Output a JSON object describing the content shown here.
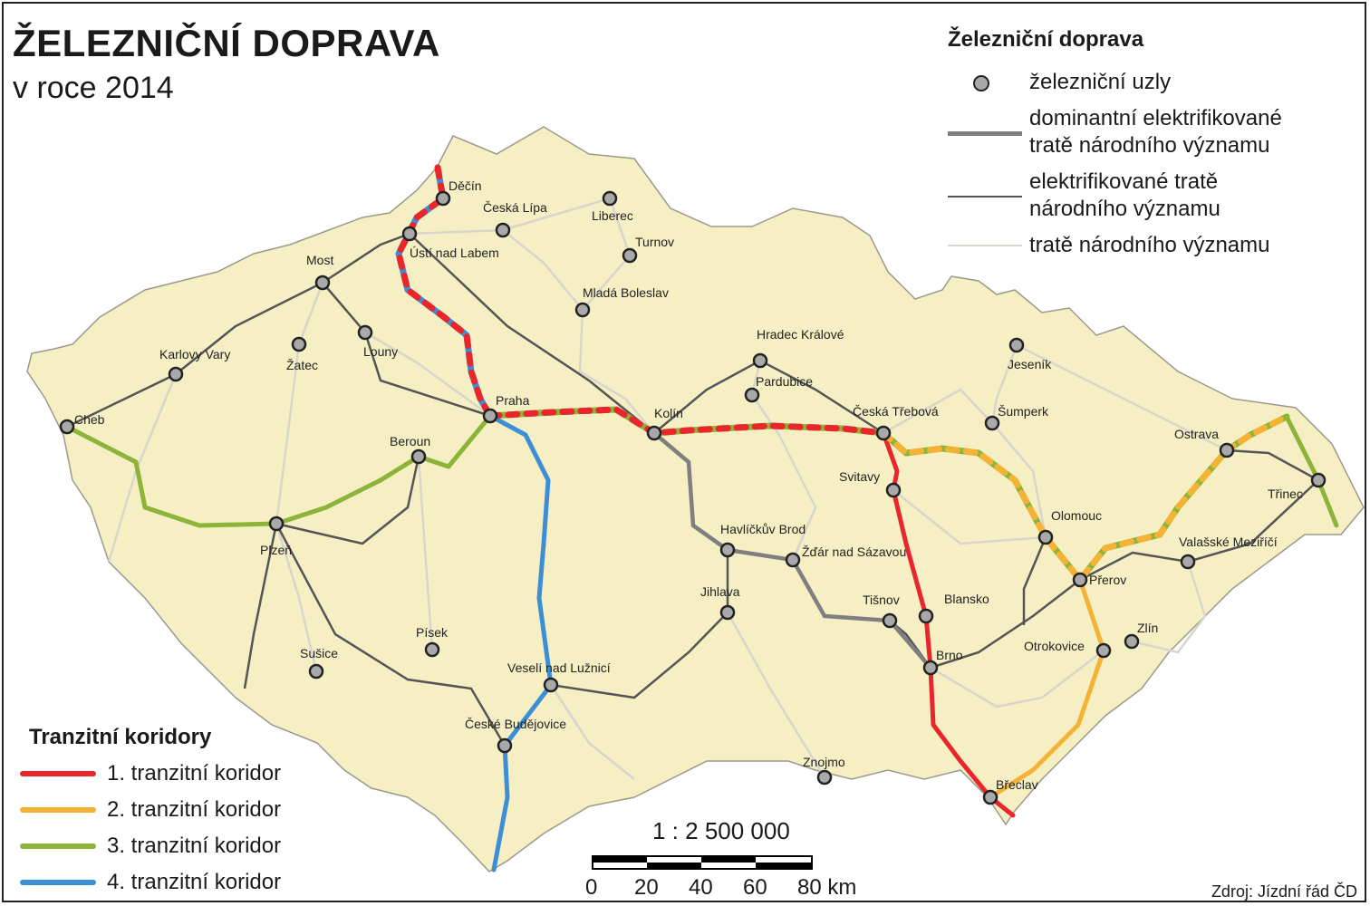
{
  "title": "ŽELEZNIČNÍ DOPRAVA",
  "subtitle": "v roce 2014",
  "legend": {
    "title": "Železniční doprava",
    "nodes": "železniční uzly",
    "dominant_line1": "dominantní elektrifikované",
    "dominant_line2": "tratě národního významu",
    "electrified_line1": "elektrifikované tratě",
    "electrified_line2": "národního významu",
    "national": "tratě národního významu"
  },
  "corridors": {
    "title": "Tranzitní koridory",
    "items": [
      {
        "label": "1. tranzitní koridor",
        "color": "#e8262b"
      },
      {
        "label": "2. tranzitní koridor",
        "color": "#f5b335"
      },
      {
        "label": "3. tranzitní koridor",
        "color": "#8db43a"
      },
      {
        "label": "4. tranzitní koridor",
        "color": "#3c8fd6"
      }
    ]
  },
  "scale": {
    "text": "1 : 2 500 000",
    "ticks": [
      "0",
      "20",
      "40",
      "60",
      "80 km"
    ]
  },
  "source": "Zdroj: Jízdní řád ČD",
  "colors": {
    "land": "#f6efc4",
    "dominant": "#7f7f7f",
    "electrified": "#555555",
    "national": "#d8d6cc",
    "node_fill": "#a9a9a9"
  },
  "cities": [
    {
      "name": "Děčín"
    },
    {
      "name": "Česká Lípa"
    },
    {
      "name": "Liberec"
    },
    {
      "name": "Turnov"
    },
    {
      "name": "Ústí nad Labem"
    },
    {
      "name": "Most"
    },
    {
      "name": "Mladá Boleslav"
    },
    {
      "name": "Louny"
    },
    {
      "name": "Žatec"
    },
    {
      "name": "Karlovy Vary"
    },
    {
      "name": "Cheb"
    },
    {
      "name": "Praha"
    },
    {
      "name": "Kolín"
    },
    {
      "name": "Hradec Králové"
    },
    {
      "name": "Pardubice"
    },
    {
      "name": "Česká Třebová"
    },
    {
      "name": "Jeseník"
    },
    {
      "name": "Šumperk"
    },
    {
      "name": "Ostrava"
    },
    {
      "name": "Třinec"
    },
    {
      "name": "Beroun"
    },
    {
      "name": "Plzeň"
    },
    {
      "name": "Svitavy"
    },
    {
      "name": "Olomouc"
    },
    {
      "name": "Havlíčkův Brod"
    },
    {
      "name": "Žďár nad Sázavou"
    },
    {
      "name": "Valašské Meziříčí"
    },
    {
      "name": "Přerov"
    },
    {
      "name": "Jihlava"
    },
    {
      "name": "Tišnov"
    },
    {
      "name": "Blansko"
    },
    {
      "name": "Zlín"
    },
    {
      "name": "Otrokovice"
    },
    {
      "name": "Písek"
    },
    {
      "name": "Sušice"
    },
    {
      "name": "Brno"
    },
    {
      "name": "Veselí nad Lužnicí"
    },
    {
      "name": "České Budějovice"
    },
    {
      "name": "Znojmo"
    },
    {
      "name": "Břeclav"
    }
  ]
}
